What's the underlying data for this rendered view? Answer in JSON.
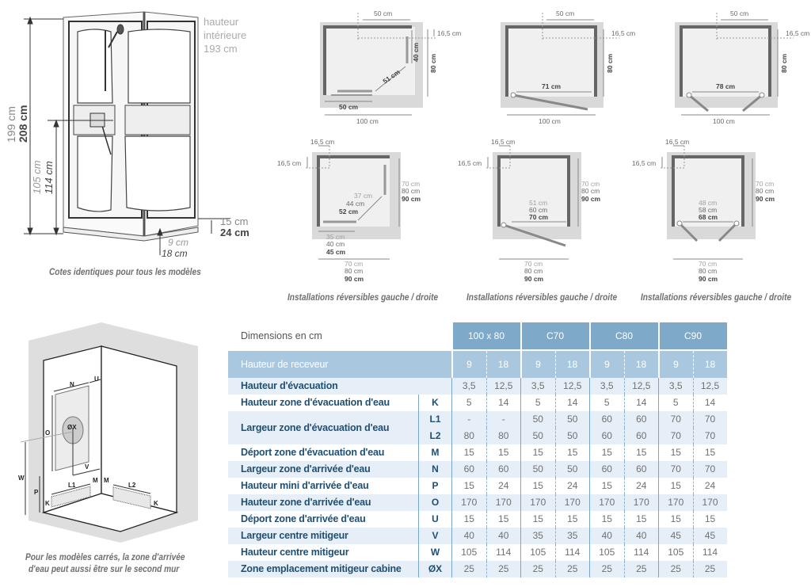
{
  "cabin_elevation": {
    "height_total_1": "199 cm",
    "height_total_2": "208 cm",
    "mixer_height_1": "105 cm",
    "mixer_height_2": "114 cm",
    "interior_height_line1": "hauteur",
    "interior_height_line2": "intérieure",
    "interior_height_value": "193 cm",
    "base_height_1": "15 cm",
    "base_height_2": "24 cm",
    "tray_height_1": "9 cm",
    "tray_height_2": "18 cm",
    "caption": "Cotes identiques pour tous les modèles"
  },
  "plans_top": [
    {
      "top_width": "50 cm",
      "offset": "16,5 cm",
      "side_depth": "40 cm",
      "depth": "80 cm",
      "diagonal": "51 cm",
      "bottom_door": "50 cm",
      "total_width": "100 cm"
    },
    {
      "top_width": "50 cm",
      "offset": "16,5 cm",
      "depth": "80 cm",
      "opening": "71 cm",
      "total_width": "100 cm"
    },
    {
      "top_width": "50 cm",
      "offset": "16,5 cm",
      "depth": "80 cm",
      "opening": "78 cm",
      "total_width": "100 cm"
    }
  ],
  "plans_bottom": [
    {
      "offset_x": "16,5 cm",
      "offset_y": "16,5 cm",
      "depth": [
        "70 cm",
        "80 cm",
        "90 cm"
      ],
      "diagonal": [
        "37 cm",
        "44 cm",
        "52 cm"
      ],
      "door": [
        "35 cm",
        "40 cm",
        "45 cm"
      ],
      "width": [
        "70 cm",
        "80 cm",
        "90 cm"
      ],
      "caption": "Installations réversibles gauche / droite"
    },
    {
      "offset_x": "16,5 cm",
      "offset_y": "16,5 cm",
      "depth": [
        "70 cm",
        "80 cm",
        "90 cm"
      ],
      "opening": [
        "51 cm",
        "60 cm",
        "70 cm"
      ],
      "width": [
        "70 cm",
        "80 cm",
        "90 cm"
      ],
      "caption": "Installations réversibles gauche / droite"
    },
    {
      "offset_x": "16,5 cm",
      "offset_y": "16,5 cm",
      "depth": [
        "70 cm",
        "80 cm",
        "90 cm"
      ],
      "opening": [
        "48 cm",
        "58 cm",
        "68 cm"
      ],
      "width": [
        "70 cm",
        "80 cm",
        "90 cm"
      ],
      "caption": "Installations réversibles gauche / droite"
    }
  ],
  "wall_diagram": {
    "labels": {
      "N": "N",
      "U": "U",
      "X": "ØX",
      "O": "O",
      "V": "V",
      "W": "W",
      "P": "P",
      "M1": "M",
      "M2": "M",
      "L1": "L1",
      "L2": "L2",
      "K1": "K",
      "K2": "K"
    },
    "caption_line1": "Pour les modèles carrés, la zone d'arrivée",
    "caption_line2": "d'eau peut aussi être sur le second mur"
  },
  "table": {
    "title": "Dimensions en cm",
    "models": [
      "100 x 80",
      "C70",
      "C80",
      "C90"
    ],
    "receiver_label": "Hauteur de receveur",
    "receiver_values": [
      "9",
      "18",
      "9",
      "18",
      "9",
      "18",
      "9",
      "18"
    ],
    "rows": [
      {
        "label": "Hauteur d'évacuation",
        "code": "",
        "values": [
          "3,5",
          "12,5",
          "3,5",
          "12,5",
          "3,5",
          "12,5",
          "3,5",
          "12,5"
        ]
      },
      {
        "label": "Hauteur zone d'évacuation d'eau",
        "code": "K",
        "values": [
          "5",
          "14",
          "5",
          "14",
          "5",
          "14",
          "5",
          "14"
        ]
      },
      {
        "label": "Largeur zone d'évacuation d'eau",
        "code": "L1",
        "values": [
          "-",
          "-",
          "50",
          "50",
          "60",
          "60",
          "70",
          "70"
        ]
      },
      {
        "label": "",
        "code": "L2",
        "values": [
          "80",
          "80",
          "50",
          "50",
          "60",
          "60",
          "70",
          "70"
        ]
      },
      {
        "label": "Déport zone d'évacuation d'eau",
        "code": "M",
        "values": [
          "15",
          "15",
          "15",
          "15",
          "15",
          "15",
          "15",
          "15"
        ]
      },
      {
        "label": "Largeur zone d'arrivée d'eau",
        "code": "N",
        "values": [
          "60",
          "60",
          "50",
          "50",
          "60",
          "60",
          "70",
          "70"
        ]
      },
      {
        "label": "Hauteur mini d'arrivée d'eau",
        "code": "P",
        "values": [
          "15",
          "24",
          "15",
          "24",
          "15",
          "24",
          "15",
          "24"
        ]
      },
      {
        "label": "Hauteur zone d'arrivée d'eau",
        "code": "O",
        "values": [
          "170",
          "170",
          "170",
          "170",
          "170",
          "170",
          "170",
          "170"
        ]
      },
      {
        "label": "Déport zone d'arrivée d'eau",
        "code": "U",
        "values": [
          "15",
          "15",
          "15",
          "15",
          "15",
          "15",
          "15",
          "15"
        ]
      },
      {
        "label": "Largeur centre mitigeur",
        "code": "V",
        "values": [
          "40",
          "40",
          "35",
          "35",
          "40",
          "40",
          "45",
          "45"
        ]
      },
      {
        "label": "Hauteur centre mitigeur",
        "code": "W",
        "values": [
          "105",
          "114",
          "105",
          "114",
          "105",
          "114",
          "105",
          "114"
        ]
      },
      {
        "label": "Zone emplacement mitigeur cabine",
        "code": "ØX",
        "values": [
          "25",
          "25",
          "25",
          "25",
          "25",
          "25",
          "25",
          "25"
        ]
      }
    ]
  },
  "colors": {
    "header_blue": "#7fa9c9",
    "receiver_blue": "#a9c8df",
    "row_alt": "#e6eff7",
    "label_blue": "#1f4f73"
  }
}
